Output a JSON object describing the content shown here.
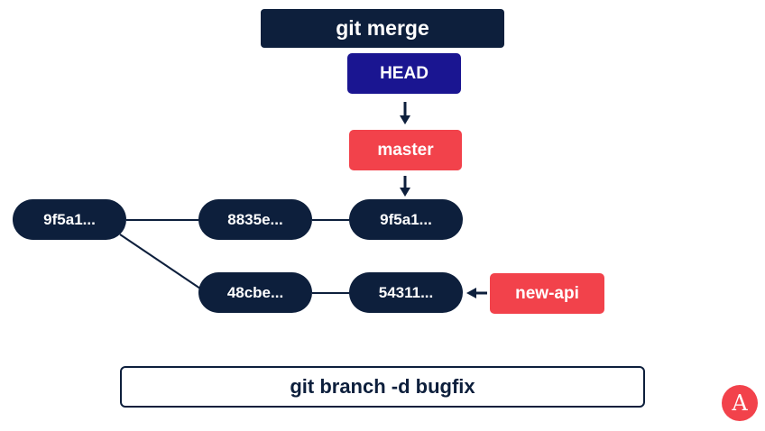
{
  "title": "git merge",
  "head_label": "HEAD",
  "branches": {
    "master": "master",
    "new_api": "new-api"
  },
  "commits": {
    "root": "9f5a1...",
    "middle_top": "8835e...",
    "tip_top": "9f5a1...",
    "middle_bottom": "48cbe...",
    "tip_bottom": "54311..."
  },
  "command": "git branch -d bugfix",
  "logo_letter": "A",
  "colors": {
    "navy": "#0d1f3c",
    "head": "#1a1591",
    "branch": "#f2424b",
    "logo": "#f2424b"
  }
}
